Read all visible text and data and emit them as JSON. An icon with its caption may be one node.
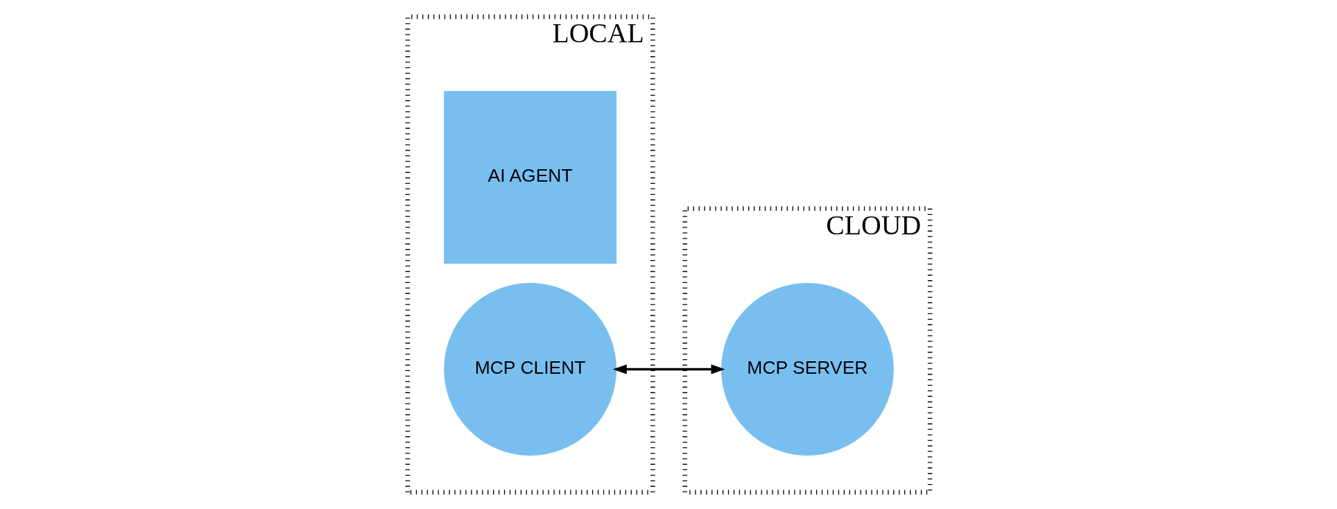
{
  "diagram": {
    "nodes": [
      {
        "text": [
          "LOCAL"
        ]
      },
      {
        "text": [
          "AI AGENT"
        ],
        "in": 0
      },
      {
        "text": [
          "MCP CLIENT"
        ],
        "in": 0
      },
      {
        "text": [
          "CLOUD"
        ]
      },
      {
        "text": [
          "MCP SERVER"
        ],
        "in": 3
      }
    ],
    "edges": [
      {
        "from": 2,
        "to": 4,
        "arrow": "both"
      }
    ]
  }
}
